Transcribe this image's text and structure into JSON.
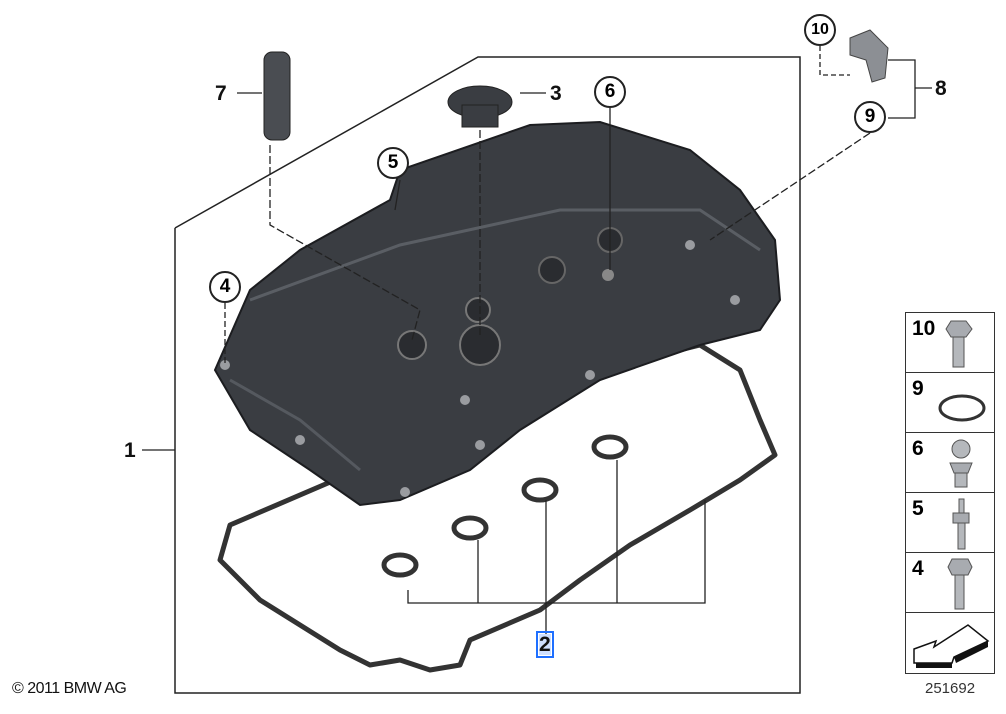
{
  "copyright": "© 2011 BMW AG",
  "diagram_number": "251692",
  "callouts": {
    "c1": "1",
    "c2": "2",
    "c3": "3",
    "c4": "4",
    "c5": "5",
    "c6": "6",
    "c7": "7",
    "c8": "8",
    "c9": "9",
    "c10": "10"
  },
  "selected_callout": "2",
  "legend_panel": [
    {
      "number": "10",
      "icon": "flange-bolt-icon"
    },
    {
      "number": "9",
      "icon": "o-ring-icon"
    },
    {
      "number": "6",
      "icon": "ball-stud-icon"
    },
    {
      "number": "5",
      "icon": "stud-bolt-icon"
    },
    {
      "number": "4",
      "icon": "hex-bolt-icon"
    },
    {
      "number": "",
      "icon": "direction-arrow-icon"
    }
  ],
  "colors": {
    "selection": "#1e6fff",
    "part": "#3a3d42"
  }
}
